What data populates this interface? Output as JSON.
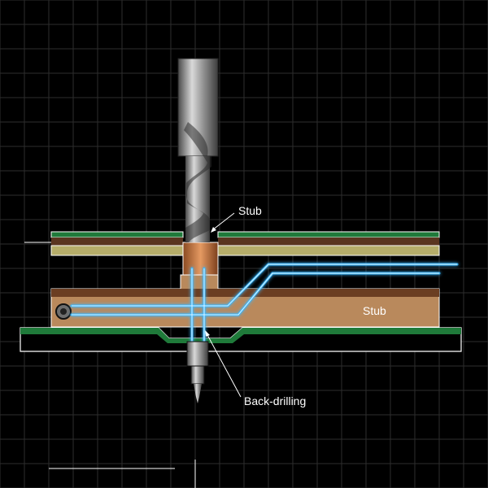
{
  "labels": {
    "stub_top": "Stub",
    "stub_body": "Stub",
    "back_drilling": "Back-drilling"
  },
  "colors": {
    "background": "#000000",
    "grid": "#2e2e2e",
    "board_green": "#1f7a3a",
    "board_brown": "#6b3e22",
    "board_olive": "#b6ad6a",
    "board_tan": "#b9895c",
    "copper": "#c97842",
    "trace_glow": "#3ab8ff",
    "outline": "#ffffff",
    "drill_steel": "#8d8d8d"
  },
  "icons": [
    "drill-bit-icon",
    "back-drill-tool-icon",
    "via-pad-icon"
  ]
}
